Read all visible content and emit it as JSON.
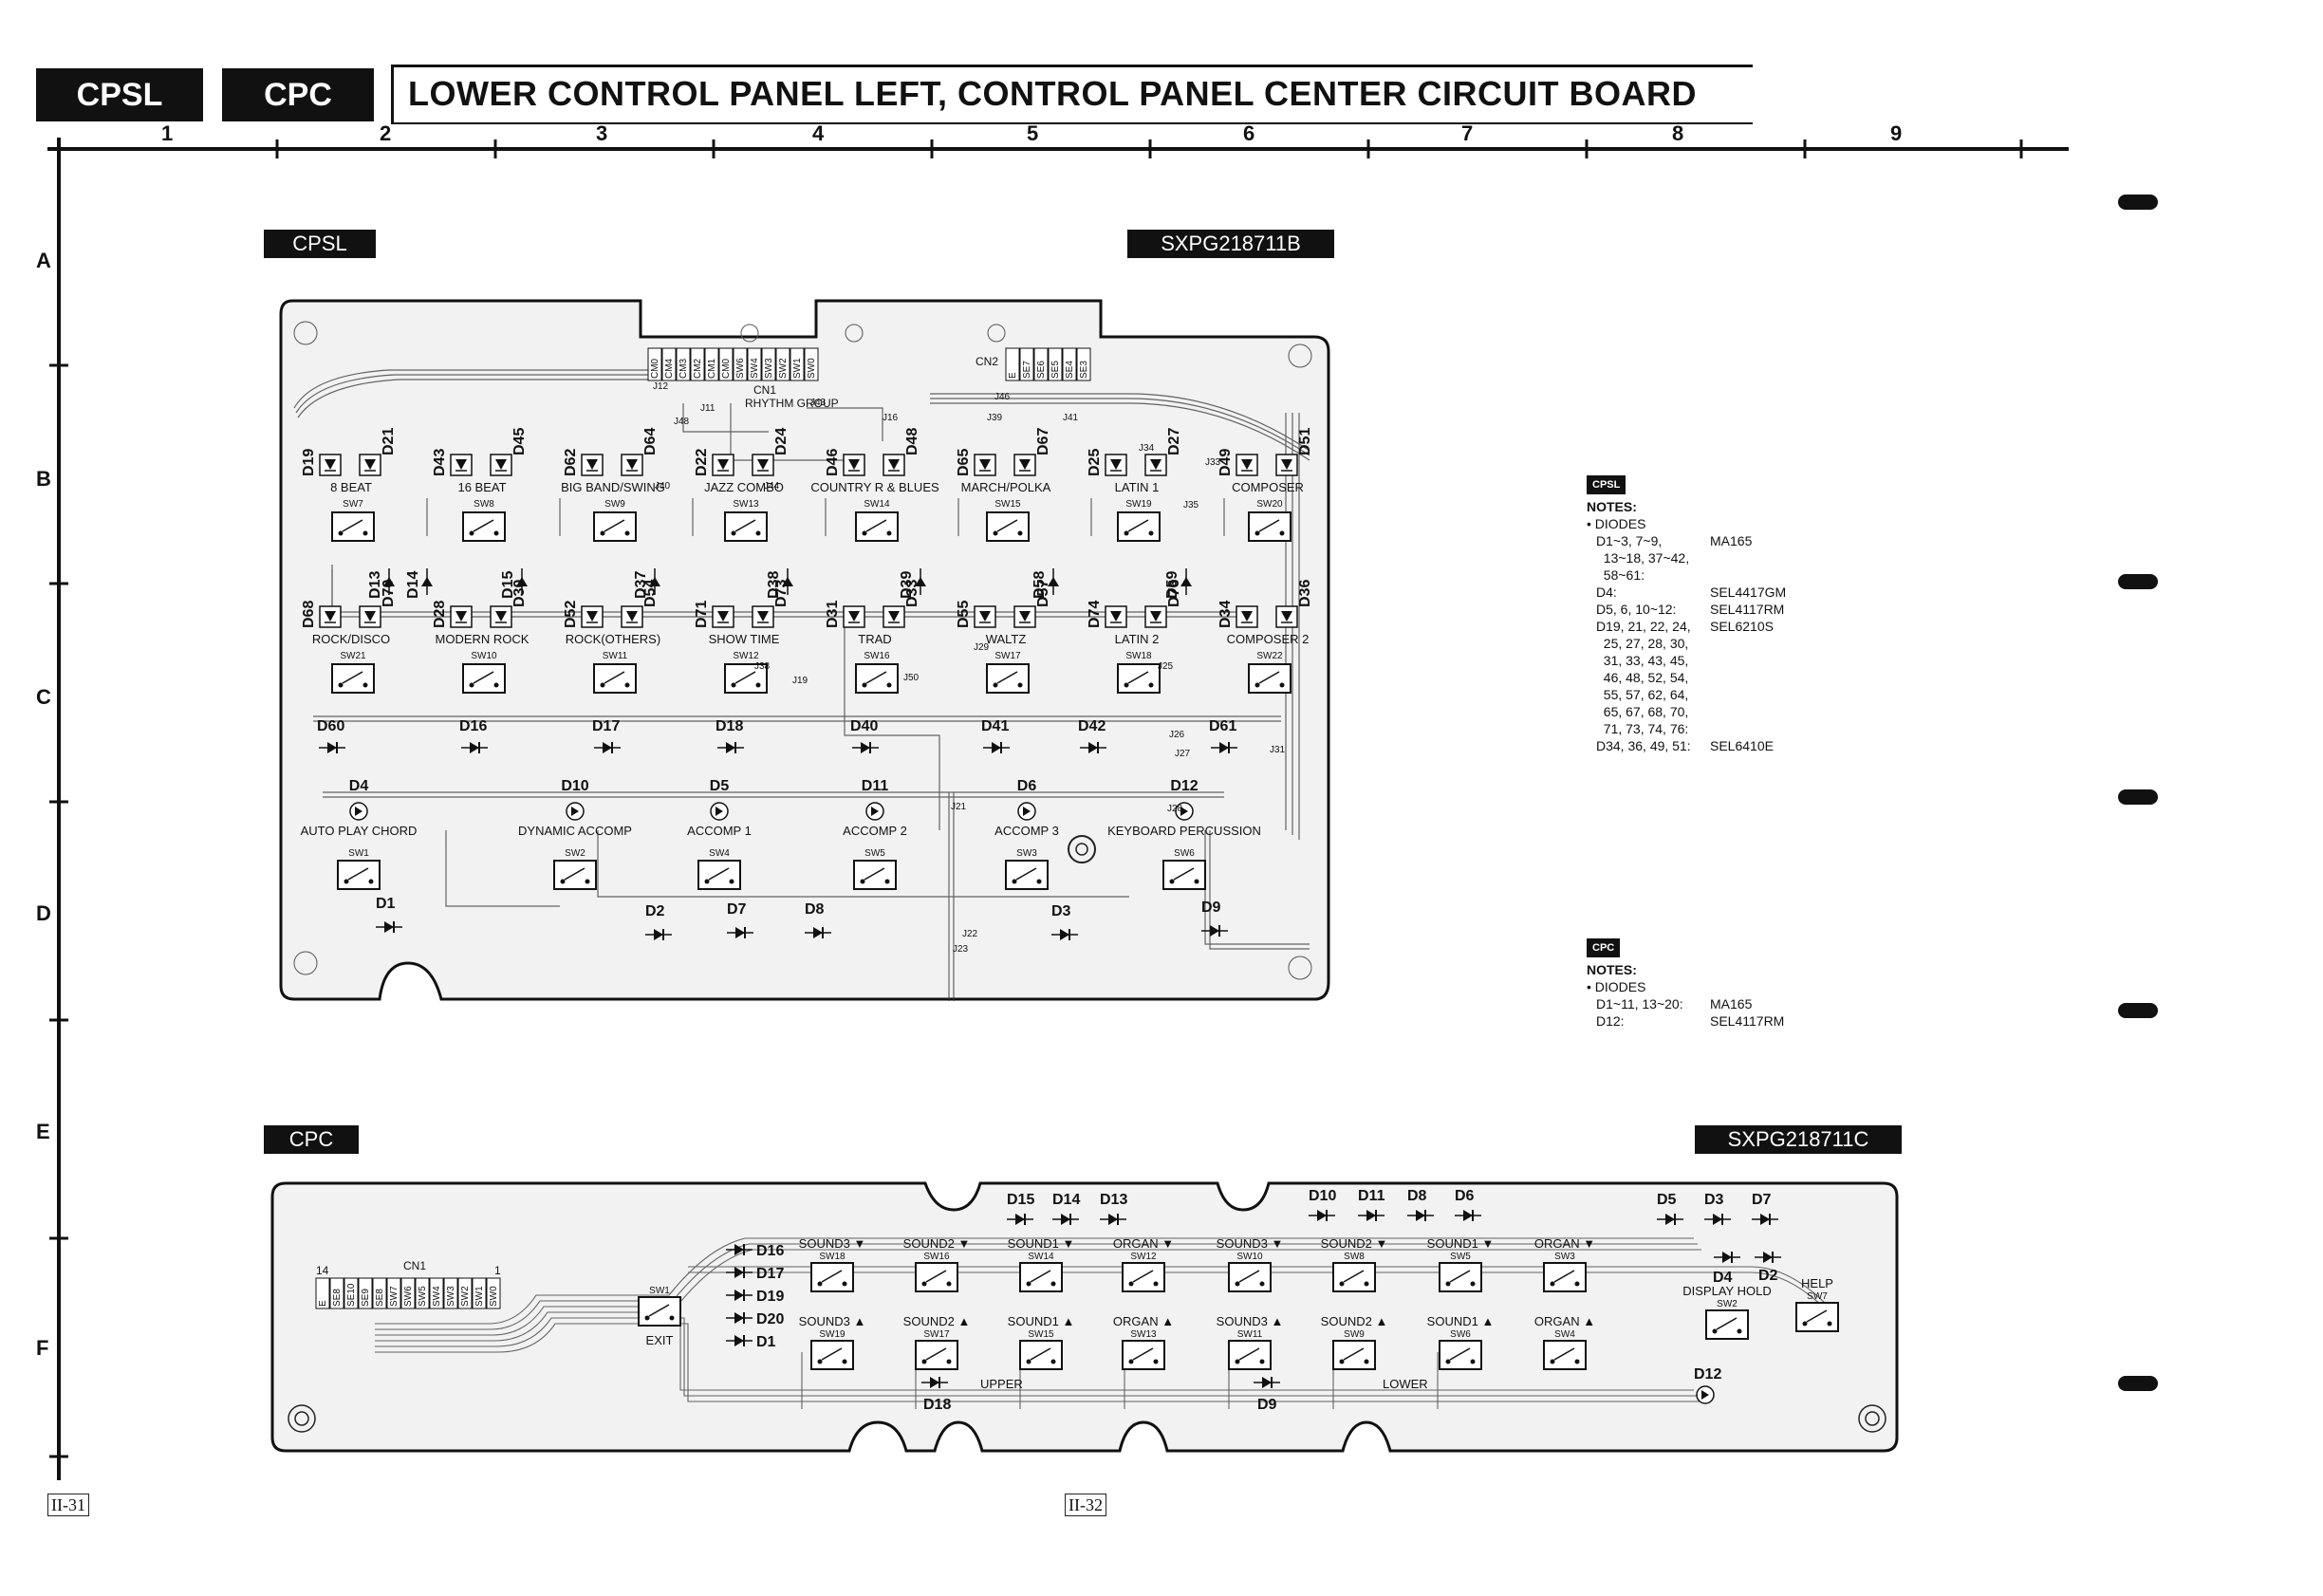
{
  "header": {
    "tag1": "CPSL",
    "tag2": "CPC",
    "title": "LOWER CONTROL PANEL LEFT, CONTROL PANEL CENTER CIRCUIT BOARD"
  },
  "grid": {
    "columns": [
      "1",
      "2",
      "3",
      "4",
      "5",
      "6",
      "7",
      "8",
      "9"
    ],
    "rows": [
      "A",
      "B",
      "C",
      "D",
      "E",
      "F"
    ]
  },
  "cpsl": {
    "tag": "CPSL",
    "part": "SXPG218711B",
    "connectors": {
      "cn1": "CN1",
      "cn1_group": "RHYTHM GROUP",
      "cn1_pins": [
        "CM0",
        "CM4",
        "CM3",
        "CM2",
        "CM1",
        "CM0",
        "SW6",
        "SW4",
        "SW3",
        "SW2",
        "SW1",
        "SW0"
      ],
      "cn2": "CN2",
      "cn2_pins": [
        "E",
        "SE7",
        "SE6",
        "SE5",
        "SE4",
        "SE3"
      ]
    },
    "blocks": [
      {
        "d1": "D19",
        "d2": "D21",
        "label": "8 BEAT",
        "sw": "SW7"
      },
      {
        "d1": "D43",
        "d2": "D45",
        "label": "16 BEAT",
        "sw": "SW8"
      },
      {
        "d1": "D62",
        "d2": "D64",
        "label": "BIG BAND/SWING",
        "sw": "SW9"
      },
      {
        "d1": "D22",
        "d2": "D24",
        "label": "JAZZ COMBO",
        "sw": "SW13"
      },
      {
        "d1": "D46",
        "d2": "D48",
        "label": "COUNTRY R & BLUES",
        "sw": "SW14"
      },
      {
        "d1": "D65",
        "d2": "D67",
        "label": "MARCH/POLKA",
        "sw": "SW15"
      },
      {
        "d1": "D25",
        "d2": "D27",
        "label": "LATIN 1",
        "sw": "SW19"
      },
      {
        "d1": "D49",
        "d2": "D51",
        "label": "COMPOSER",
        "sw": "SW20"
      },
      {
        "d1": "D68",
        "d2": "D70",
        "label": "ROCK/DISCO",
        "sw": "SW21"
      },
      {
        "d1": "D28",
        "d2": "D30",
        "label": "MODERN ROCK",
        "sw": "SW10"
      },
      {
        "d1": "D52",
        "d2": "D54",
        "label": "ROCK(OTHERS)",
        "sw": "SW11"
      },
      {
        "d1": "D71",
        "d2": "D73",
        "label": "SHOW TIME",
        "sw": "SW12"
      },
      {
        "d1": "D31",
        "d2": "D33",
        "label": "TRAD",
        "sw": "SW16"
      },
      {
        "d1": "D55",
        "d2": "D57",
        "label": "WALTZ",
        "sw": "SW17"
      },
      {
        "d1": "D74",
        "d2": "D76",
        "label": "LATIN 2",
        "sw": "SW18"
      },
      {
        "d1": "D34",
        "d2": "D36",
        "label": "COMPOSER 2",
        "sw": "SW22"
      }
    ],
    "mid_diodes": [
      "D13",
      "D14",
      "D15",
      "D37",
      "D38",
      "D39",
      "D58",
      "D59"
    ],
    "row_diodes": [
      "D60",
      "D16",
      "D17",
      "D18",
      "D40",
      "D41",
      "D42",
      "D61"
    ],
    "funcs": [
      {
        "d": "D4",
        "label": "AUTO PLAY CHORD",
        "sw": "SW1"
      },
      {
        "d": "D10",
        "label": "DYNAMIC ACCOMP",
        "sw": "SW2"
      },
      {
        "d": "D5",
        "label": "ACCOMP 1",
        "sw": "SW4"
      },
      {
        "d": "D11",
        "label": "ACCOMP 2",
        "sw": "SW5"
      },
      {
        "d": "D6",
        "label": "ACCOMP 3",
        "sw": "SW3"
      },
      {
        "d": "D12",
        "label": "KEYBOARD PERCUSSION",
        "sw": "SW6"
      }
    ],
    "bottom_diodes": [
      "D1",
      "D2",
      "D7",
      "D8",
      "D3",
      "D9"
    ],
    "jumpers": [
      "J12",
      "J11",
      "J48",
      "J43",
      "J16",
      "J39",
      "J46",
      "J41",
      "J40",
      "J44",
      "J35",
      "J34",
      "J29",
      "J38",
      "J50",
      "J25",
      "J19",
      "J21",
      "J22",
      "J23",
      "J28",
      "J26",
      "J27",
      "J31",
      "J33"
    ]
  },
  "cpc": {
    "tag": "CPC",
    "part": "SXPG218711C",
    "connector": "CN1",
    "cn1_pins": [
      "E",
      "SE8",
      "SE10",
      "SE9",
      "SE8",
      "SW7",
      "SW6",
      "SW5",
      "SW4",
      "SW3",
      "SW2",
      "SW1",
      "SW0"
    ],
    "cn1_pin_first": "14",
    "cn1_pin_last": "1",
    "top_diodes_left": [
      "D15",
      "D14",
      "D13"
    ],
    "top_diodes_right": [
      "D10",
      "D11",
      "D8",
      "D6"
    ],
    "top_diodes_far": [
      "D5",
      "D3",
      "D7"
    ],
    "left_diodes": [
      "D16",
      "D17",
      "D19",
      "D20",
      "D1"
    ],
    "exit": {
      "label": "EXIT",
      "sw": "SW1"
    },
    "upper_top": [
      {
        "label": "SOUND3",
        "sw": "SW18"
      },
      {
        "label": "SOUND2",
        "sw": "SW16"
      },
      {
        "label": "SOUND1",
        "sw": "SW14"
      },
      {
        "label": "ORGAN",
        "sw": "SW12"
      }
    ],
    "upper_bottom": [
      {
        "label": "SOUND3",
        "sw": "SW19"
      },
      {
        "label": "SOUND2",
        "sw": "SW17"
      },
      {
        "label": "SOUND1",
        "sw": "SW15"
      },
      {
        "label": "ORGAN",
        "sw": "SW13"
      }
    ],
    "lower_top": [
      {
        "label": "SOUND3",
        "sw": "SW10"
      },
      {
        "label": "SOUND2",
        "sw": "SW8"
      },
      {
        "label": "SOUND1",
        "sw": "SW5"
      },
      {
        "label": "ORGAN",
        "sw": "SW3"
      }
    ],
    "lower_bottom": [
      {
        "label": "SOUND3",
        "sw": "SW11"
      },
      {
        "label": "SOUND2",
        "sw": "SW9"
      },
      {
        "label": "SOUND1",
        "sw": "SW6"
      },
      {
        "label": "ORGAN",
        "sw": "SW4"
      }
    ],
    "display_hold": {
      "d": "D4",
      "d2": "D2",
      "label": "DISPLAY HOLD",
      "sw": "SW2"
    },
    "help": {
      "label": "HELP",
      "sw": "SW7"
    },
    "d18": "D18",
    "d9": "D9",
    "d12": "D12",
    "upper": "UPPER",
    "lower": "LOWER"
  },
  "notes_cpsl": {
    "tag": "CPSL",
    "title": "NOTES:",
    "sub": "• DIODES",
    "rows": [
      {
        "k": "D1~3, 7~9,\n  13~18, 37~42,\n  58~61:",
        "v": "MA165"
      },
      {
        "k": "D4:",
        "v": "SEL4417GM"
      },
      {
        "k": "D5, 6, 10~12:",
        "v": "SEL4117RM"
      },
      {
        "k": "D19, 21, 22, 24,\n  25, 27, 28, 30,\n  31, 33, 43, 45,\n  46, 48, 52, 54,\n  55, 57, 62, 64,\n  65, 67, 68, 70,\n  71, 73, 74, 76:",
        "v": "SEL6210S"
      },
      {
        "k": "D34, 36, 49, 51:",
        "v": "SEL6410E"
      }
    ]
  },
  "notes_cpc": {
    "tag": "CPC",
    "title": "NOTES:",
    "sub": "• DIODES",
    "rows": [
      {
        "k": "D1~11, 13~20:",
        "v": "MA165"
      },
      {
        "k": "D12:",
        "v": "SEL4117RM"
      }
    ]
  },
  "pages": {
    "left": "II-31",
    "right": "II-32"
  }
}
